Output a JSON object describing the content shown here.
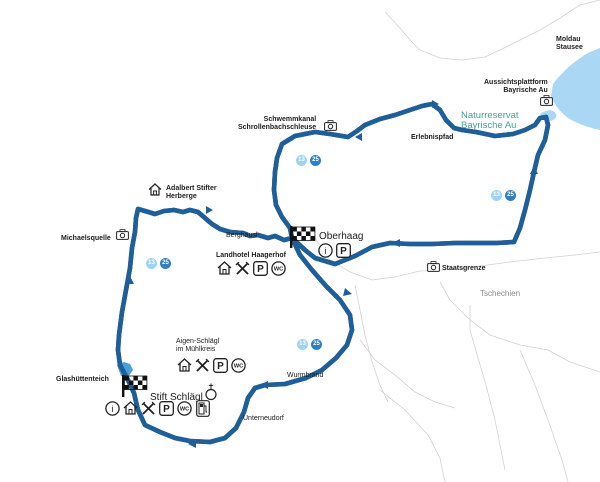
{
  "places": {
    "moldau_stausee": "Moldau\nStausee",
    "aussichtsplattform": "Aussichtsplattform\nBayrische Au",
    "naturreservat": "Naturreservat\nBayrische Au",
    "schwemmkanal": "Schwemmkanal\nSchrollenbachschleuse",
    "erlebnispfad": "Erlebnispfad",
    "adalbert_stifter": "Adalbert Stifter\nHerberge",
    "michaelsquelle": "Michaelsquelle",
    "berghaeusl": "Berghäusl",
    "oberhaag": "Oberhaag",
    "landhotel": "Landhotel Haagerhof",
    "staatsgrenze": "Staatsgrenze",
    "tschechien": "Tschechien",
    "aigen_schlaegl": "Aigen-Schlägl\nim Mühlkreis",
    "wurmbrand": "Wurmbrand",
    "glashuettenteich": "Glashüttenteich",
    "stift_schlaegl": "Stift Schlägl",
    "unterneudorf": "Unterneudorf"
  },
  "route_badges": {
    "light": "13",
    "dark": "25"
  },
  "amenity_labels": {
    "info": "i",
    "parking": "P",
    "wc": "WC"
  },
  "colors": {
    "route": "#4a9fd8",
    "route_outline": "#1f5f99",
    "water": "#a9d7f4",
    "border": "#cfcfcf",
    "reserve_text": "#3aa88f",
    "badge_light": "#9fd3f2",
    "badge_dark": "#2f7fc4"
  },
  "icons": [
    "house-icon",
    "restaurant-icon",
    "parking-icon",
    "wc-icon",
    "info-icon",
    "camera-icon",
    "finish-flag-icon",
    "church-icon",
    "fuel-icon"
  ]
}
